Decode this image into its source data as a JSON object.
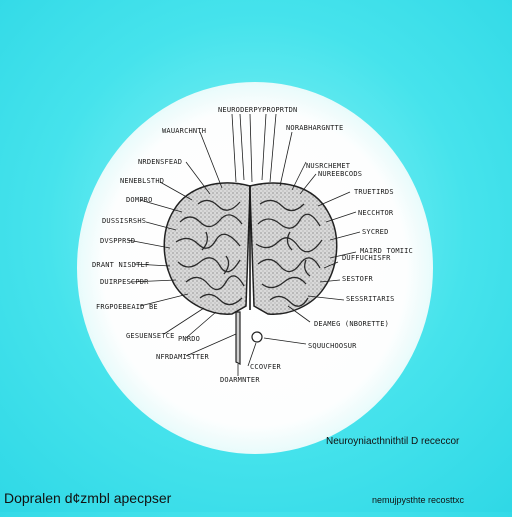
{
  "labels": [
    "NEURODERPYPROPRTDN",
    "WAUARCHNTH",
    "NORABHARGNTTE",
    "NUSRCHEMET",
    "NRDENSFEAD",
    "NENEBLSTHD",
    "NUREEBCODS",
    "TRUETIRDS",
    "DOMPRO",
    "NECCHTOR",
    "DUSSISRSHS",
    "SYCRED",
    "DVSPPRSD",
    "MAIRD TOMIIC",
    "DUFFUCHISFR",
    "DRANT NISDTLF",
    "DUIRPESCPDR",
    "SESTOFR",
    "FRGPOEBEAID BE",
    "SESSRITARIS",
    "DEAMEG (NBORETTE)",
    "GESUENSETCE",
    "PNRDO",
    "SQUUCHOOSUR",
    "NFRDAMISTTER",
    "DOARMNTER",
    "CCOVFER"
  ],
  "captions": {
    "right": "Neuroyniacthnithtil D receccor",
    "bottom_left": "Dopralen d¢zmbl apecpser",
    "bottom_right": "nemujpysthte recosttxc"
  }
}
